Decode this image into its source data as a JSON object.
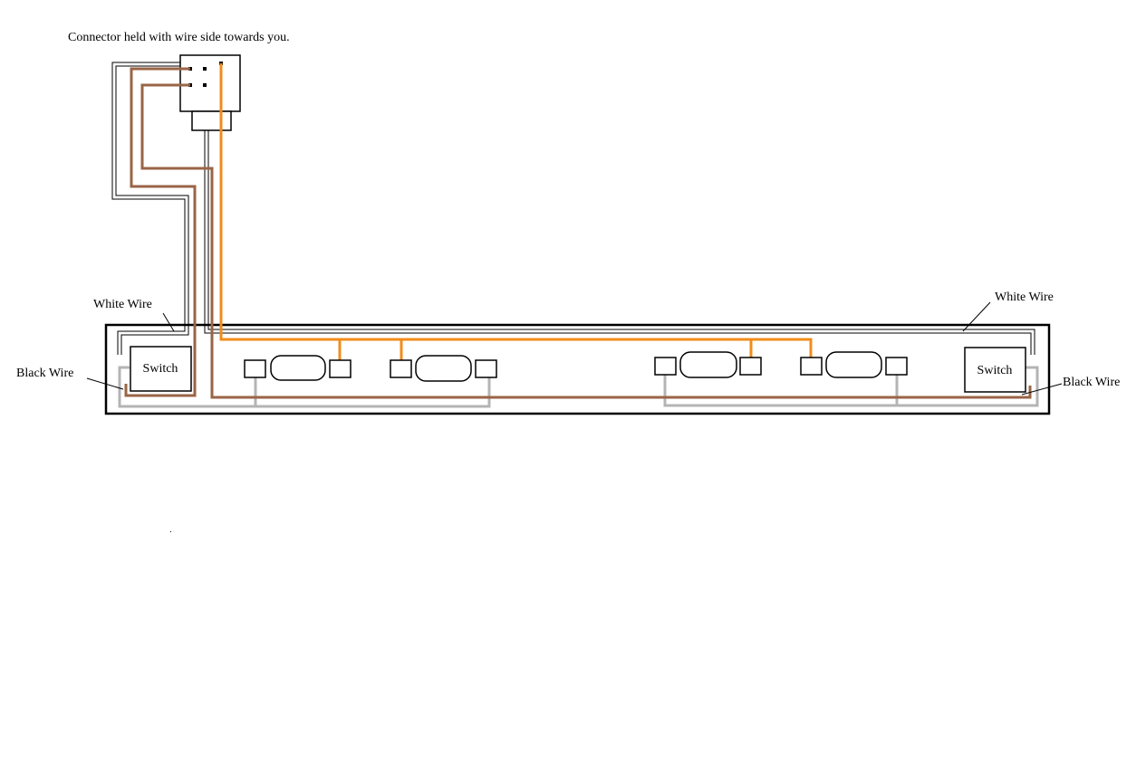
{
  "title": "Connector held with wire side towards you.",
  "labels": {
    "white_wire_left": "White Wire",
    "white_wire_right": "White Wire",
    "black_wire_left": "Black Wire",
    "black_wire_right": "Black Wire",
    "switch_left": "Switch",
    "switch_right": "Switch"
  },
  "colors": {
    "brown_wire": "#9a6446",
    "orange_wire": "#f28c1b",
    "gray_wire": "#b4b4b4",
    "outline": "#000000",
    "background": "#ffffff"
  }
}
